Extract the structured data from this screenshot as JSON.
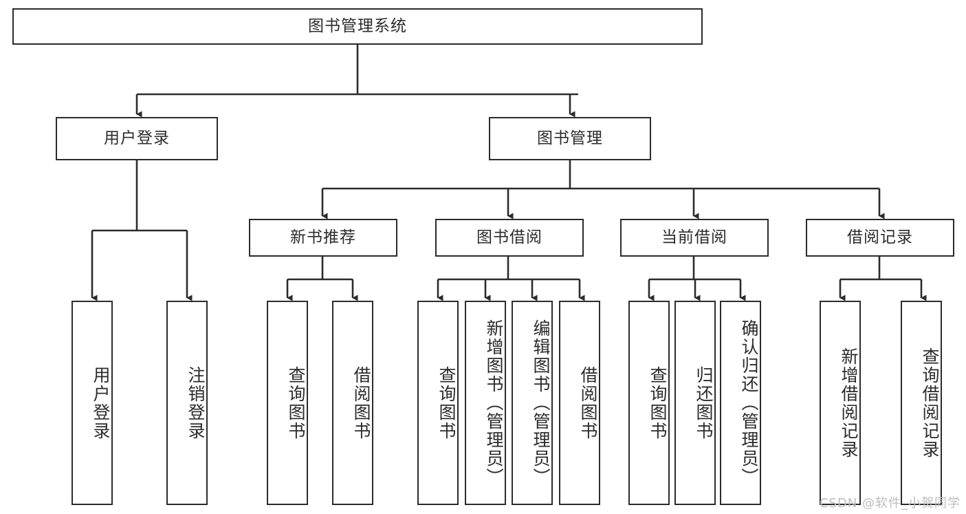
{
  "diagram": {
    "type": "tree",
    "title": "图书管理系统",
    "root": {
      "label": "图书管理系统"
    },
    "level2": [
      {
        "label": "用户登录"
      },
      {
        "label": "图书管理"
      }
    ],
    "level3": [
      {
        "label": "新书推荐"
      },
      {
        "label": "图书借阅"
      },
      {
        "label": "当前借阅"
      },
      {
        "label": "借阅记录"
      }
    ],
    "leaves": {
      "user_login": [
        {
          "label": "用户登录"
        },
        {
          "label": "注销登录"
        }
      ],
      "new_book_recommend": [
        {
          "label": "查询图书"
        },
        {
          "label": "借阅图书"
        }
      ],
      "book_borrow": [
        {
          "label": "查询图书"
        },
        {
          "label": "新增图书（管理员）"
        },
        {
          "label": "编辑图书（管理员）"
        },
        {
          "label": "借阅图书"
        }
      ],
      "current_borrow": [
        {
          "label": "查询图书"
        },
        {
          "label": "归还图书"
        },
        {
          "label": "确认归还（管理员）"
        }
      ],
      "borrow_records": [
        {
          "label": "新增借阅记录"
        },
        {
          "label": "查询借阅记录"
        }
      ]
    }
  },
  "watermark": {
    "text": "CSDN @软件_小贺同学"
  },
  "colors": {
    "stroke": "#2b2b2b",
    "background": "#ffffff",
    "text": "#2b2b2b",
    "watermark": "#bdbdbd"
  }
}
